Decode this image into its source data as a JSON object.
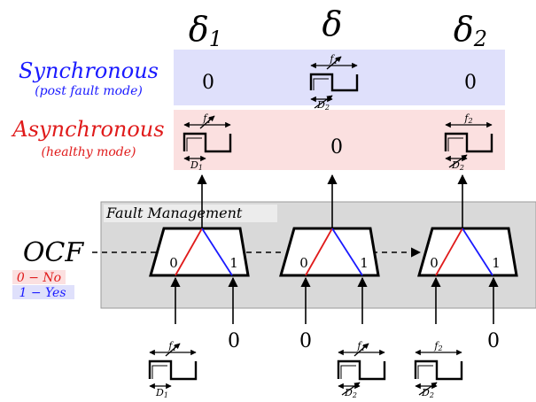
{
  "columns": {
    "delta1": {
      "base": "δ",
      "sub": "1"
    },
    "delta": {
      "base": "δ"
    },
    "delta2": {
      "base": "δ",
      "sub": "2"
    }
  },
  "rows": {
    "synchronous": {
      "label": "Synchronous",
      "sublabel": "(post fault mode)",
      "color": "#1a1aff",
      "band": "#dfe0fb"
    },
    "asynchronous": {
      "label": "Asynchronous",
      "sublabel": "(healthy mode)",
      "color": "#e01b1b",
      "band": "#fbe0e0"
    }
  },
  "cells": {
    "sync_delta1": "0",
    "sync_delta2": "0",
    "async_delta": "0"
  },
  "pulse_labels": {
    "f1": "f",
    "f1_sub": "1",
    "f2": "f",
    "f2_sub": "2",
    "D1": "D",
    "D1_sub": "1",
    "D2": "D",
    "D2_sub": "2"
  },
  "fault_management": {
    "title": "Fault Management",
    "band": "#d9d9d9"
  },
  "ocf": {
    "label": "OCF",
    "no_text": "0 − No",
    "yes_text": "1 − Yes",
    "no_color": "#e01b1b",
    "yes_color": "#1a1aff"
  },
  "switches": {
    "port0": "0",
    "port1": "1"
  },
  "inputs": {
    "zero": "0"
  },
  "colors": {
    "red_line": "#e01b1b",
    "blue_line": "#1a1aff"
  }
}
